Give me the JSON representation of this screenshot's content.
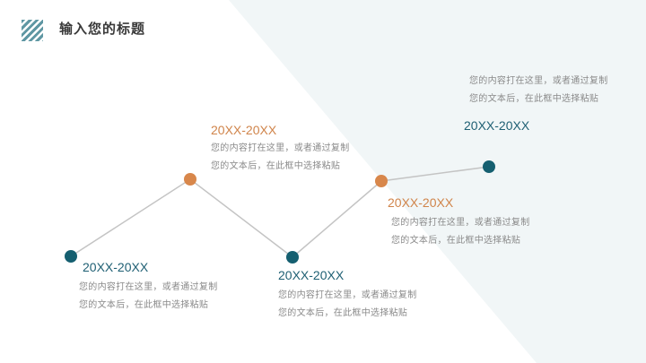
{
  "header": {
    "title": "输入您的标题",
    "logo_icon": "striped-square-icon"
  },
  "colors": {
    "teal": "#155f70",
    "orange": "#d8874b",
    "line": "#c4c4c4",
    "background_triangle": "#f1f6f7",
    "text_gray": "#8a8a8a"
  },
  "timeline": [
    {
      "date": "20XX-20XX",
      "line1": "您的内容打在这里，或者通过复制",
      "line2": "您的文本后，在此框中选择粘贴",
      "color": "teal"
    },
    {
      "date": "20XX-20XX",
      "line1": "您的内容打在这里，或者通过复制",
      "line2": "您的文本后，在此框中选择粘贴",
      "color": "orange"
    },
    {
      "date": "20XX-20XX",
      "line1": "您的内容打在这里，或者通过复制",
      "line2": "您的文本后，在此框中选择粘贴",
      "color": "teal"
    },
    {
      "date": "20XX-20XX",
      "line1": "您的内容打在这里，或者通过复制",
      "line2": "您的文本后，在此框中选择粘贴",
      "color": "orange"
    },
    {
      "date": "20XX-20XX",
      "line1": "您的内容打在这里，或者通过复制",
      "line2": "您的文本后，在此框中选择粘贴",
      "color": "teal"
    }
  ]
}
